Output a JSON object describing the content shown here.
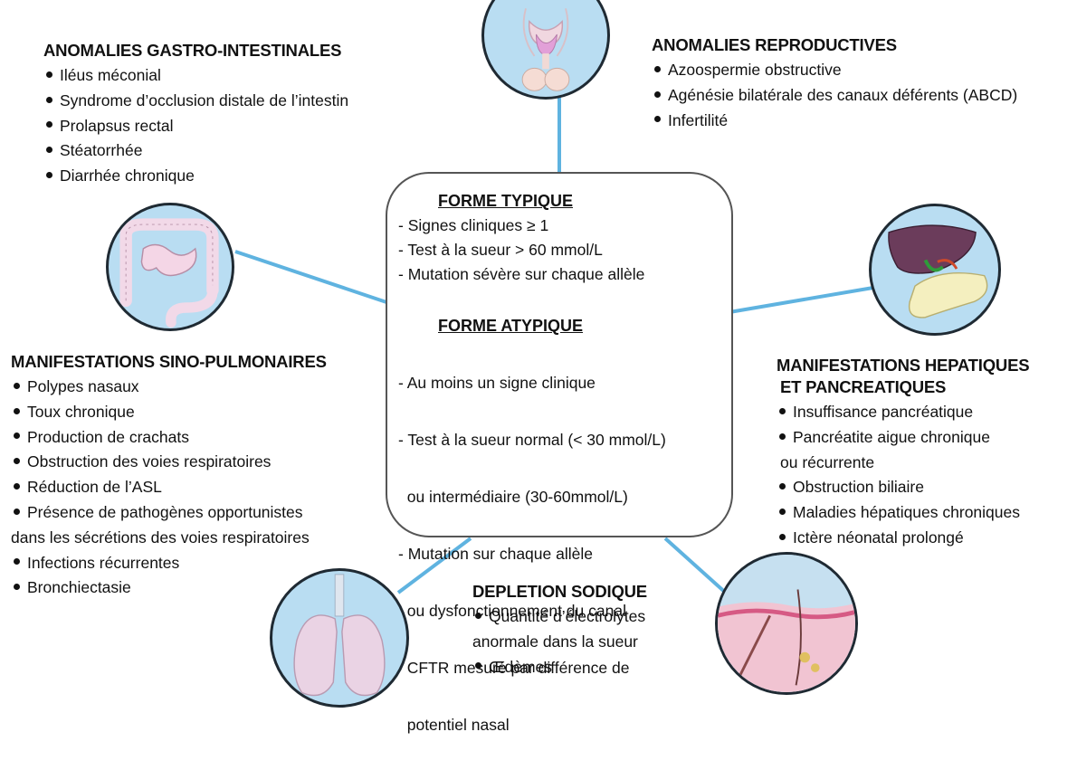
{
  "gastro": {
    "title": "ANOMALIES GASTRO-INTESTINALES",
    "items": [
      "Iléus méconial",
      "Syndrome d’occlusion distale de l’intestin",
      "Prolapsus rectal",
      "Stéatorrhée",
      "Diarrhée chronique"
    ]
  },
  "repro": {
    "title": "ANOMALIES REPRODUCTIVES",
    "items": [
      "Azoospermie obstructive",
      "Agénésie bilatérale des canaux déférents (ABCD)",
      "Infertilité"
    ]
  },
  "center": {
    "typique_title": "FORME TYPIQUE",
    "typique_lines": [
      "- Signes cliniques  ≥ 1",
      "- Test à la sueur > 60 mmol/L",
      "- Mutation sévère sur chaque allèle"
    ],
    "atypique_title": "FORME ATYPIQUE",
    "atypique_lines": [
      "- Au moins un signe clinique",
      "- Test à la sueur normal (< 30 mmol/L)",
      "  ou intermédiaire (30-60mmol/L)",
      "- Mutation sur chaque allèle",
      "  ou dysfonctionnement du canal",
      "  CFTR mesuré par différence de",
      "  potentiel nasal"
    ]
  },
  "sino": {
    "title": "MANIFESTATIONS SINO-PULMONAIRES",
    "items": [
      "Polypes nasaux",
      "Toux chronique",
      "Production de crachats",
      "Obstruction des voies respiratoires",
      "Réduction de l’ASL",
      "Présence de pathogènes opportunistes"
    ],
    "cont": "dans les sécrétions des voies respiratoires",
    "items2": [
      "Infections récurrentes",
      "Bronchiectasie"
    ]
  },
  "hepa": {
    "title1": "MANIFESTATIONS HEPATIQUES",
    "title2": "ET PANCREATIQUES",
    "item1": "Insuffisance pancréatique",
    "item2": "Pancréatite  aigue chronique",
    "item2_cont": "ou récurrente",
    "items": [
      "Obstruction biliaire",
      "Maladies hépatiques chroniques",
      "Ictère néonatal prolongé"
    ]
  },
  "sodium": {
    "title": "DEPLETION SODIQUE",
    "item1": "Quantité d’électrolytes",
    "item1_cont": "anormale  dans la sueur",
    "item2": "Œdèmes"
  },
  "icons": [
    "reproductive-organs-icon",
    "intestine-icon",
    "liver-pancreas-icon",
    "lungs-icon",
    "skin-section-icon"
  ],
  "colors": {
    "circle_fill": "#b9ddf2",
    "connector": "#5fb3e0",
    "circle_border": "#1f2a33"
  }
}
